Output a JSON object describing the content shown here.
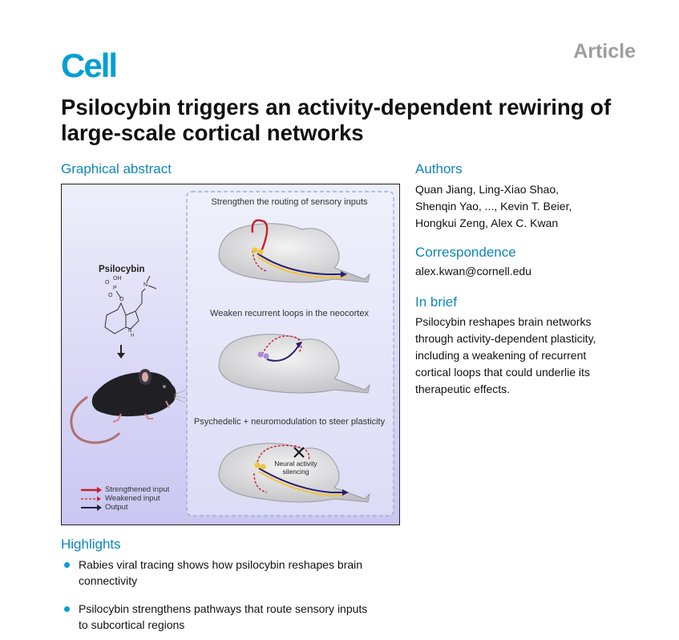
{
  "header": {
    "journal": "Cell",
    "article_type": "Article"
  },
  "title": "Psilocybin triggers an activity-dependent rewiring of large-scale cortical networks",
  "graphical_abstract": {
    "heading": "Graphical abstract",
    "drug_label": "Psilocybin",
    "panels": [
      {
        "caption": "Strengthen the routing of sensory inputs"
      },
      {
        "caption": "Weaken recurrent loops in the neocortex"
      },
      {
        "caption": "Psychedelic + neuromodulation to steer plasticity"
      }
    ],
    "silencing_label_1": "Neural activity",
    "silencing_label_2": "silencing",
    "legend": [
      {
        "label": "Strengthened input",
        "color": "#c8202e"
      },
      {
        "label": "Weakened input",
        "color": "#c8202e"
      },
      {
        "label": "Output",
        "color": "#222244"
      }
    ],
    "colors": {
      "strengthened": "#c8202e",
      "output": "#2b1f6e",
      "neuron_yellow": "#f2c43a",
      "neuron_purple": "#a88bd8"
    }
  },
  "authors": {
    "heading": "Authors",
    "lines": [
      "Quan Jiang, Ling-Xiao Shao,",
      "Shenqin Yao, ..., Kevin T. Beier,",
      "Hongkui Zeng, Alex C. Kwan"
    ]
  },
  "correspondence": {
    "heading": "Correspondence",
    "email": "alex.kwan@cornell.edu"
  },
  "in_brief": {
    "heading": "In brief",
    "lines": [
      "Psilocybin reshapes brain networks",
      "through activity-dependent plasticity,",
      "including a weakening of recurrent",
      "cortical loops that could underlie its",
      "therapeutic effects."
    ]
  },
  "highlights": {
    "heading": "Highlights",
    "items": [
      {
        "lines": [
          "Rabies viral tracing shows how psilocybin reshapes brain",
          "connectivity"
        ]
      },
      {
        "lines": [
          "Psilocybin strengthens pathways that route sensory inputs",
          "to subcortical regions"
        ]
      }
    ]
  }
}
